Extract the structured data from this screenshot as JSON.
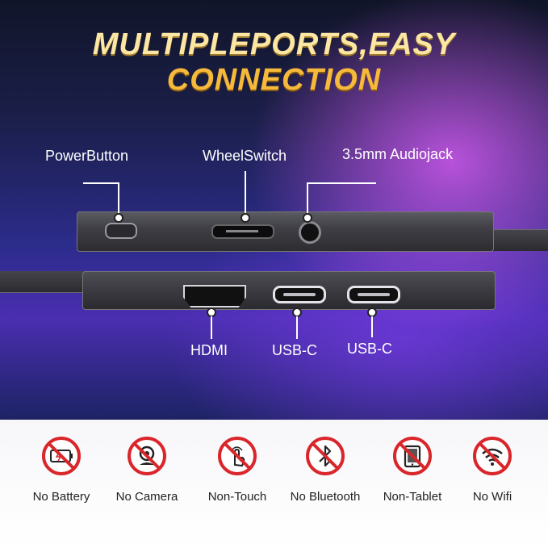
{
  "headline": {
    "line1": "MULTIPLEPORTS,EASY",
    "line2": "CONNECTION"
  },
  "ports_top": {
    "power_button": "PowerButton",
    "wheel_switch": "WheelSwitch",
    "audio_jack": "3.5mm Audiojack"
  },
  "ports_bottom": {
    "hdmi": "HDMI",
    "usbc_1": "USB-C",
    "usbc_2": "USB-C"
  },
  "features": [
    {
      "label": "No Battery",
      "icon": "battery-icon"
    },
    {
      "label": "No Camera",
      "icon": "camera-icon"
    },
    {
      "label": "Non-Touch",
      "icon": "touch-icon"
    },
    {
      "label": "No Bluetooth",
      "icon": "bluetooth-icon"
    },
    {
      "label": "Non-Tablet",
      "icon": "tablet-icon"
    },
    {
      "label": "No Wifi",
      "icon": "wifi-icon"
    }
  ],
  "colors": {
    "headline_light": "#fbe7a3",
    "headline_gold": "#f6b93b",
    "prohibition_red": "#d9262b"
  }
}
